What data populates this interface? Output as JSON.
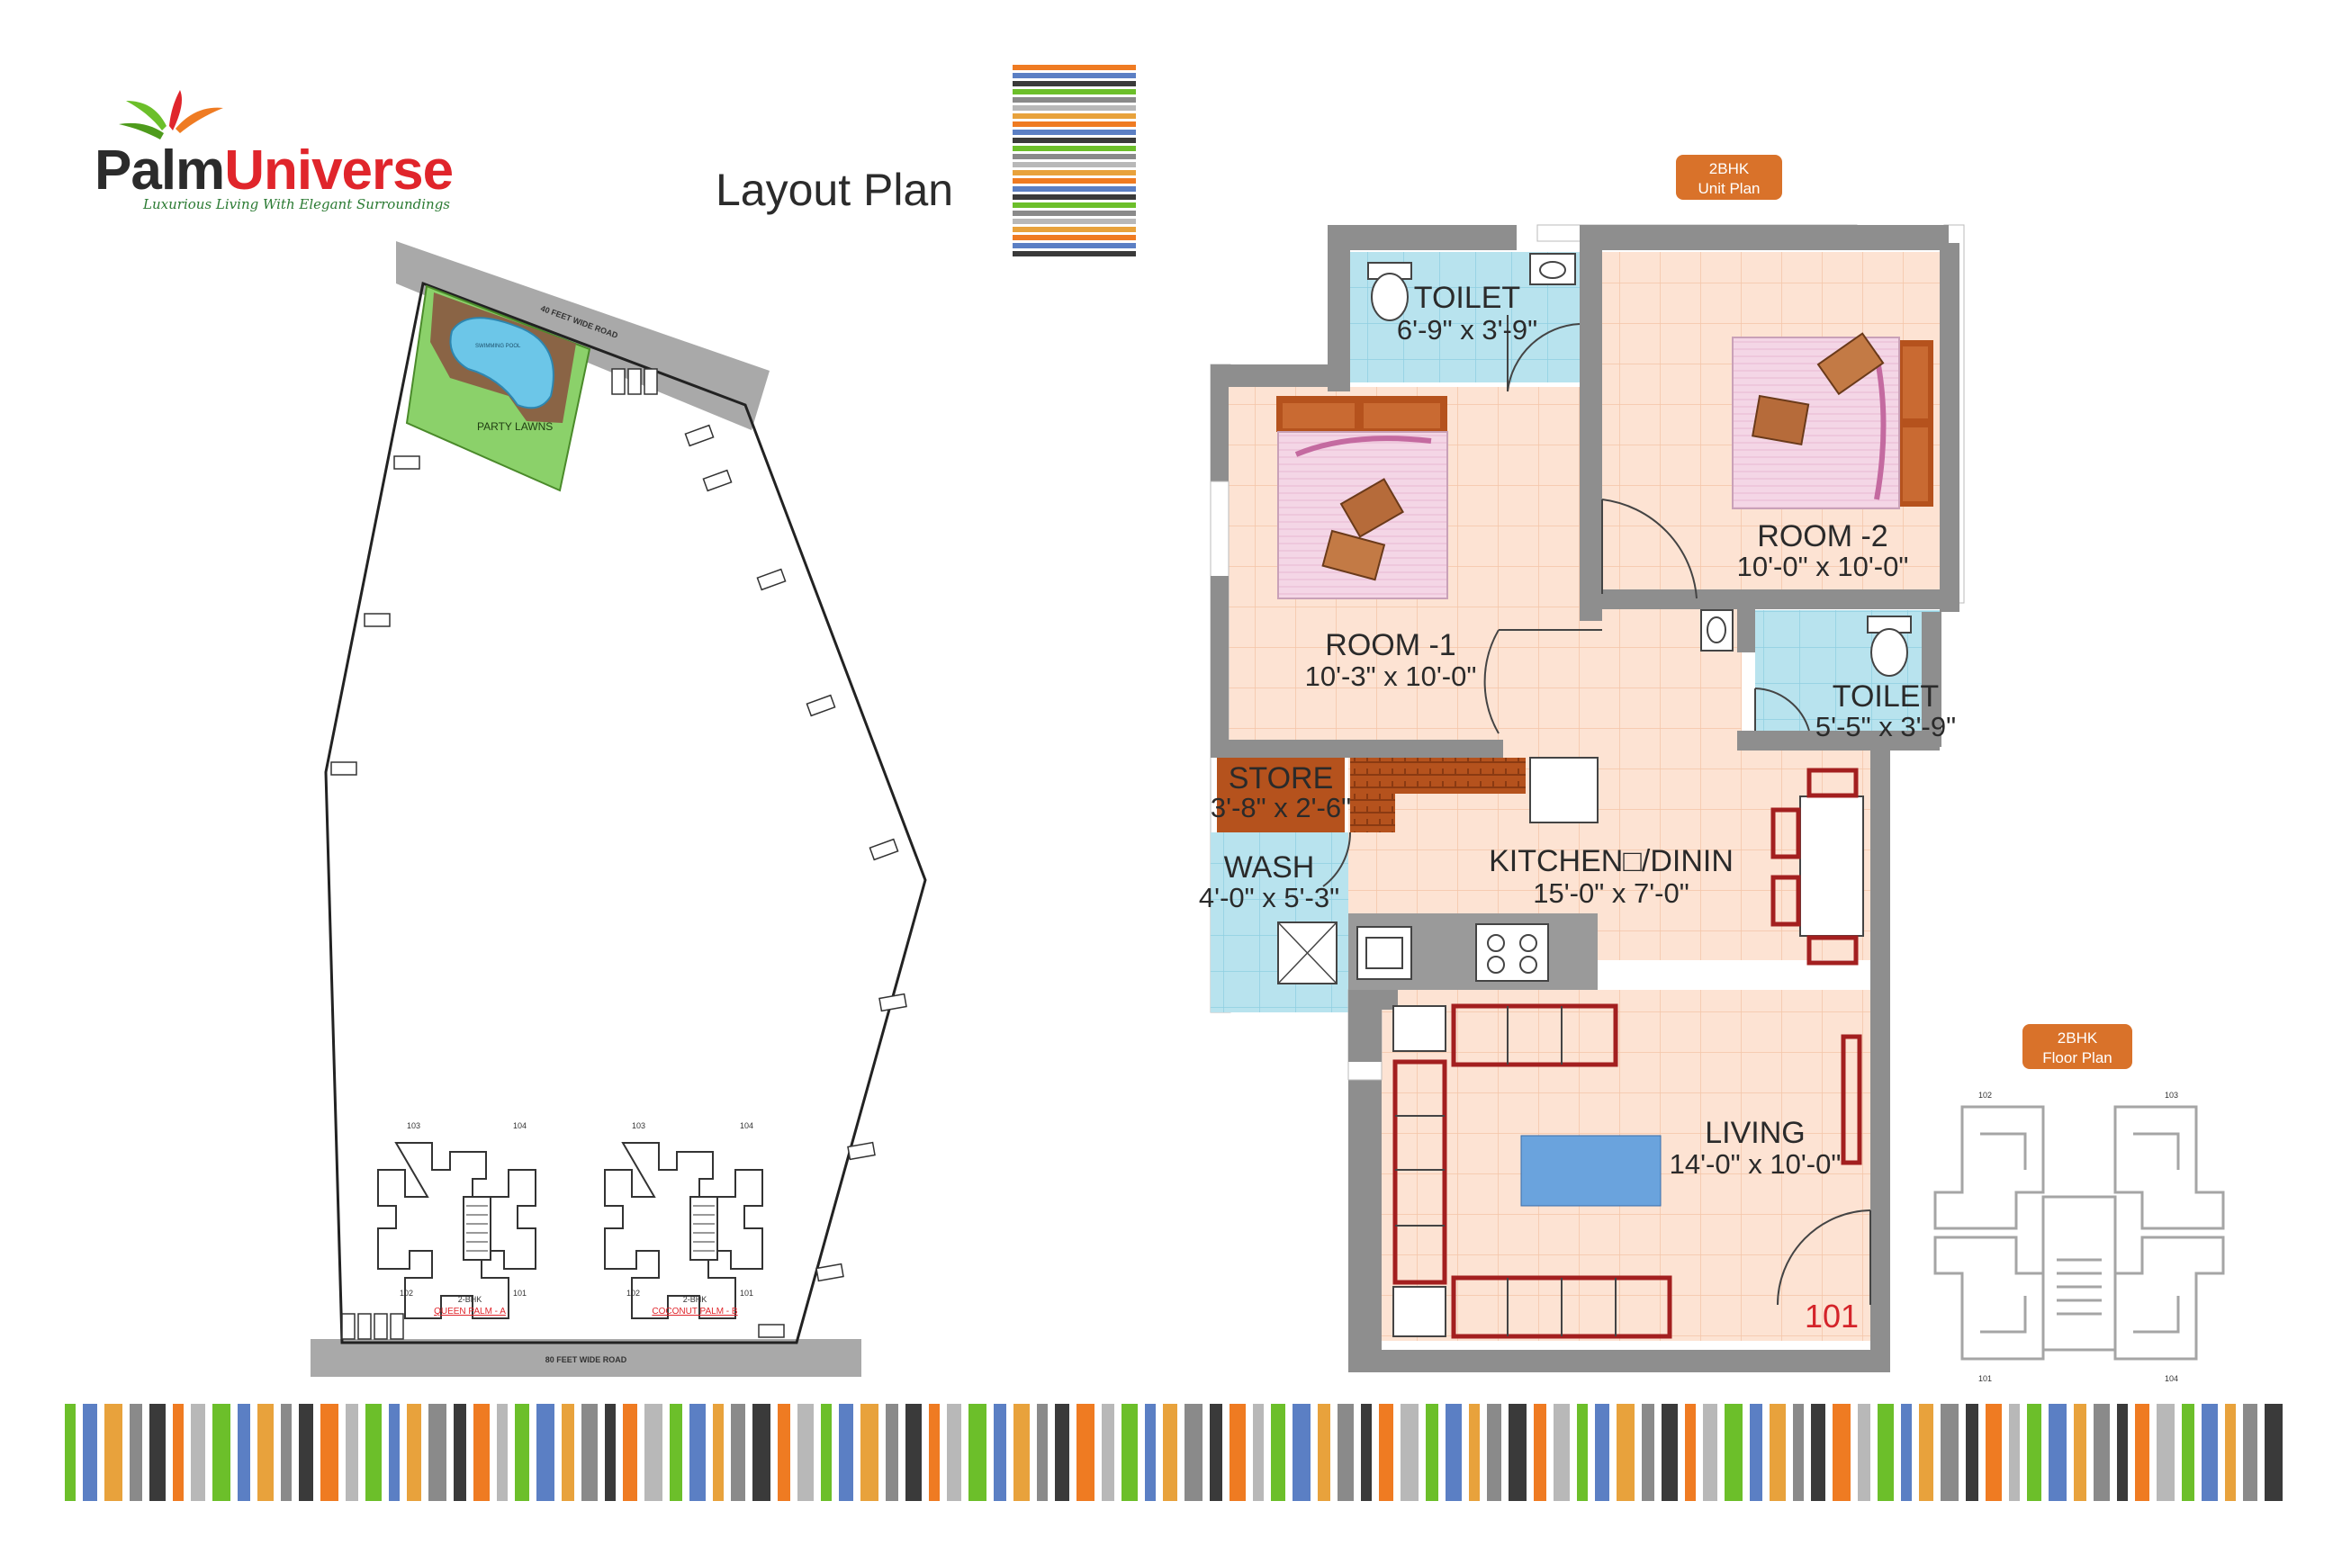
{
  "brand": {
    "name_part1": "Palm",
    "name_part2": "Universe",
    "tagline": "Luxurious Living With Elegant Surroundings",
    "colors": {
      "dark": "#2b2b2b",
      "red": "#e0252b",
      "green": "#6cbf2a",
      "orange": "#ef7b22"
    }
  },
  "page_title": "Layout Plan",
  "badges": {
    "unit_plan": {
      "line1": "2BHK",
      "line2": "Unit Plan"
    },
    "floor_plan": {
      "line1": "2BHK",
      "line2": "Floor Plan"
    },
    "color": "#d9722a"
  },
  "site": {
    "road_top": "40 FEET WIDE ROAD",
    "road_bottom": "80 FEET WIDE ROAD",
    "party_lawns": "PARTY LAWNS",
    "swimming_pool": "SWIMMING POOL",
    "blocks": [
      {
        "type": "2-BHK",
        "name": "QUEEN PALM - A",
        "units": [
          "103",
          "104",
          "102",
          "101"
        ]
      },
      {
        "type": "2-BHK",
        "name": "COCONUT PALM - B",
        "units": [
          "103",
          "104",
          "102",
          "101"
        ]
      }
    ]
  },
  "rooms": {
    "toilet1": {
      "name": "TOILET",
      "dim": "6'-9\" x 3'-9\""
    },
    "room1": {
      "name": "ROOM -1",
      "dim": "10'-3\" x 10'-0\""
    },
    "room2": {
      "name": "ROOM -2",
      "dim": "10'-0\" x 10'-0\""
    },
    "toilet2": {
      "name": "TOILET",
      "dim": "5'-5\" x 3'-9\""
    },
    "store": {
      "name": "STORE",
      "dim": "3'-8\" x 2'-6\""
    },
    "wash": {
      "name": "WASH",
      "dim": "4'-0\" x 5'-3\""
    },
    "kitchen": {
      "name": "KITCHEN□/DININ",
      "dim": "15'-0\" x 7'-0\""
    },
    "living": {
      "name": "LIVING",
      "dim": "14'-0\" x 10'-0\""
    }
  },
  "unit_number": "101",
  "floor_plan_units": [
    "102",
    "103",
    "101",
    "104"
  ],
  "stripe_colors": [
    "#6cbf2a",
    "#ef7b22",
    "#8a8a8a",
    "#5b7fc4",
    "#b8b8b8",
    "#3a3a3a",
    "#e8a23c"
  ]
}
